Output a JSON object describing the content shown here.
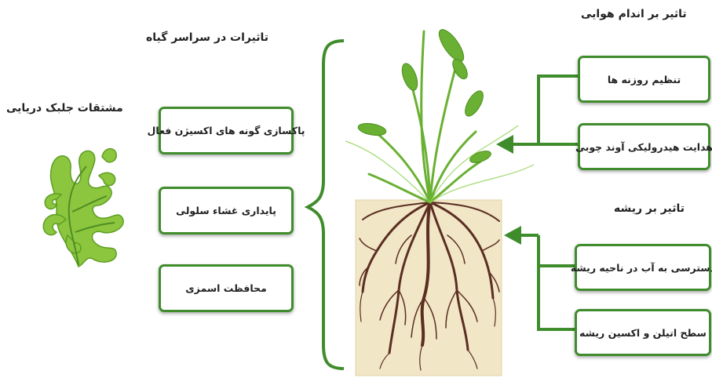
{
  "headings": {
    "seaweed_extract": "مشتقات جلبک دریایی",
    "whole_plant_effects": "تاثیرات در سراسر گیاه",
    "shoot_effects": "تاثیر بر اندام هوایی",
    "root_effects": "تاثیر بر ریشه"
  },
  "left_boxes": [
    {
      "label": "پاکسازی گونه های اکسیژن فعال"
    },
    {
      "label": "پایداری غشاء سلولی"
    },
    {
      "label": "محافظت اسمزی"
    }
  ],
  "shoot_boxes": [
    {
      "label": "تنظیم روزنه ها"
    },
    {
      "label": "هدایت هیدرولیکی آوند چوبی"
    }
  ],
  "root_boxes": [
    {
      "label": "دسترسی به آب در ناحیه ریشه"
    },
    {
      "label": "سطح اتیلن و اکسین ریشه"
    }
  ],
  "colors": {
    "box_border": "#3f8c2c",
    "arrow": "#3f8c2c",
    "soil": "#f1e6c6",
    "root": "#5b2e22",
    "leaf": "#6ab032",
    "seaweed": "#8cc63f"
  },
  "icons": {
    "plant": "plant-illustration-icon",
    "seaweed": "seaweed-icon"
  }
}
